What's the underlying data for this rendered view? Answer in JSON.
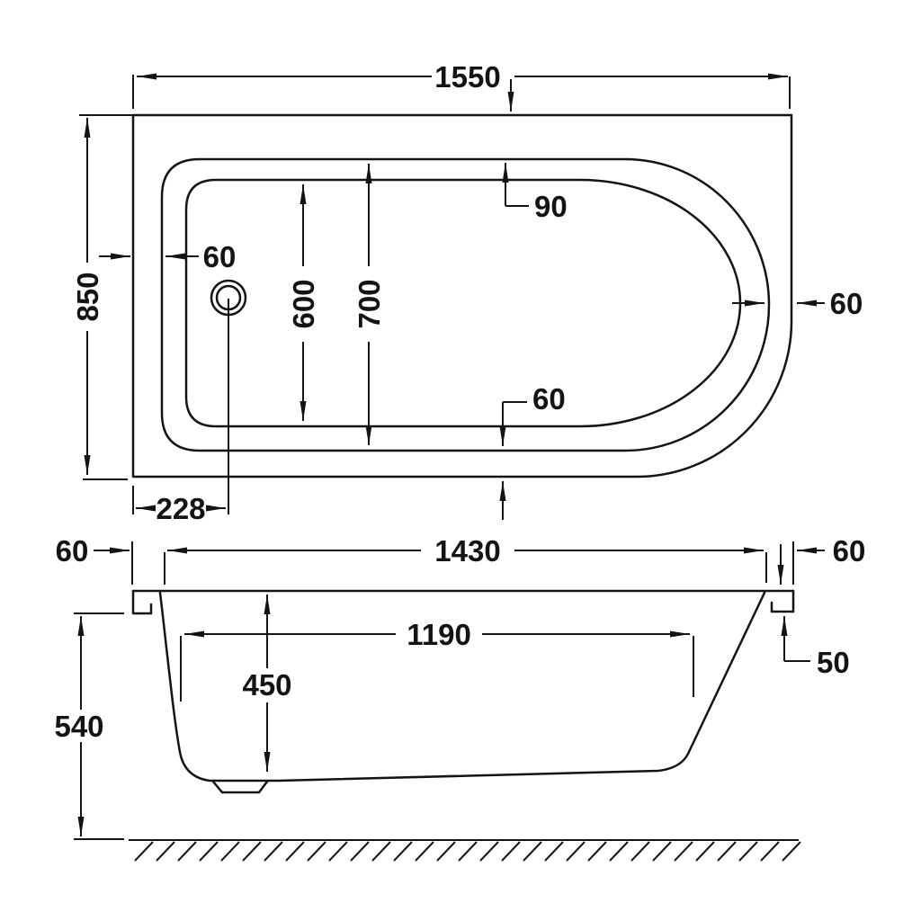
{
  "colors": {
    "background": "#ffffff",
    "line": "#141414"
  },
  "plan_view": {
    "overall_length": "1550",
    "overall_width": "850",
    "rim_width_top": "90",
    "rim_width_left": "60",
    "rim_width_right": "60",
    "rim_width_bottom": "60",
    "basin_floor_width": "600",
    "basin_opening_width": "700",
    "drain_center_offset": "228"
  },
  "side_view": {
    "rim_inner_length": "1430",
    "rim_overhang_left": "60",
    "rim_overhang_right": "60",
    "apron_return_depth": "50",
    "basin_floor_length": "1190",
    "basin_depth": "450",
    "overall_height": "540"
  }
}
